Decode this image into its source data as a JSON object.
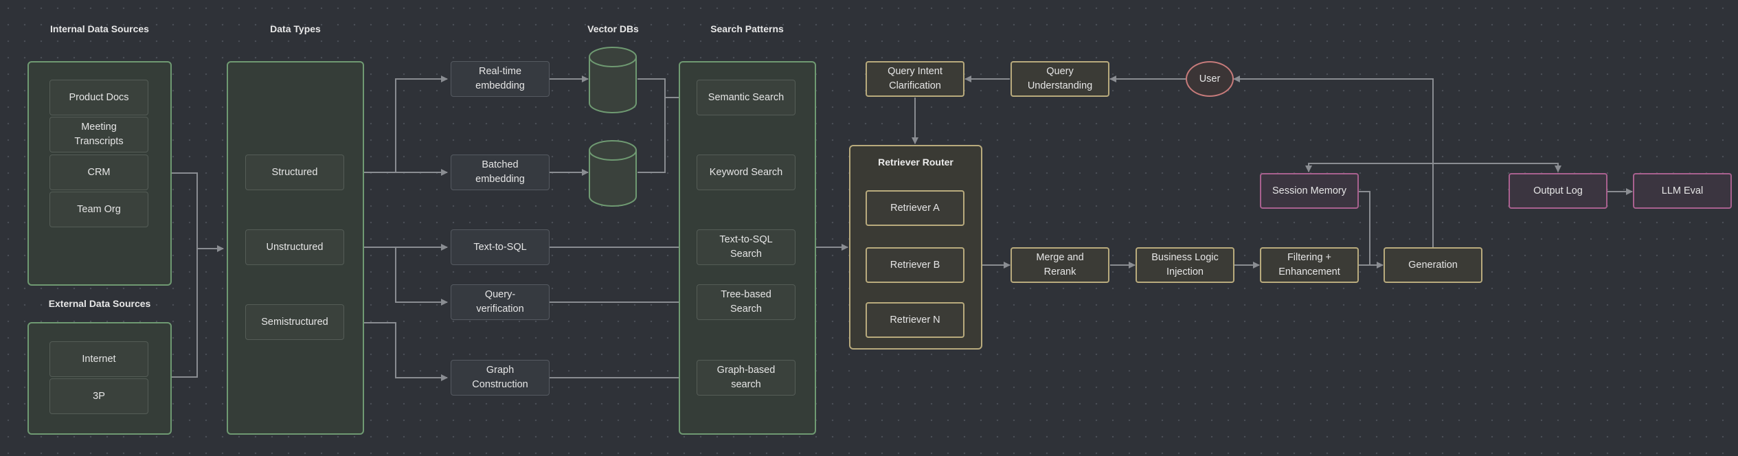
{
  "titles": {
    "internal": "Internal Data Sources",
    "external": "External Data Sources",
    "data_types": "Data Types",
    "vector_dbs": "Vector DBs",
    "search_patterns": "Search Patterns"
  },
  "internal_sources": [
    "Product Docs",
    "Meeting\nTranscripts",
    "CRM",
    "Team Org"
  ],
  "external_sources": [
    "Internet",
    "3P"
  ],
  "data_types": [
    "Structured",
    "Unstructured",
    "Semistructured"
  ],
  "processing": {
    "realtime": "Real-time\nembedding",
    "batched": "Batched\nembedding",
    "text_to_sql": "Text-to-SQL",
    "query_verification": "Query-\nverification",
    "graph_construction": "Graph\nConstruction"
  },
  "search_patterns": [
    "Semantic Search",
    "Keyword Search",
    "Text-to-SQL\nSearch",
    "Tree-based\nSearch",
    "Graph-based\nsearch"
  ],
  "router": {
    "title": "Retriever Router",
    "retrievers": [
      "Retriever A",
      "Retriever B",
      "Retriever N"
    ]
  },
  "pipeline": {
    "query_intent": "Query Intent\nClarification",
    "query_understanding": "Query\nUnderstanding",
    "user": "User",
    "merge": "Merge and\nRerank",
    "business_logic": "Business Logic\nInjection",
    "filtering": "Filtering +\nEnhancement",
    "generation": "Generation",
    "session_memory": "Session Memory",
    "output_log": "Output Log",
    "llm_eval": "LLM Eval"
  },
  "colors": {
    "background": "#2f3238",
    "green_border": "#6f9a72",
    "yellow_border": "#b9ab7d",
    "purple_border": "#a9618f",
    "user_border": "#c77b7b",
    "connector": "#8a8d92"
  }
}
